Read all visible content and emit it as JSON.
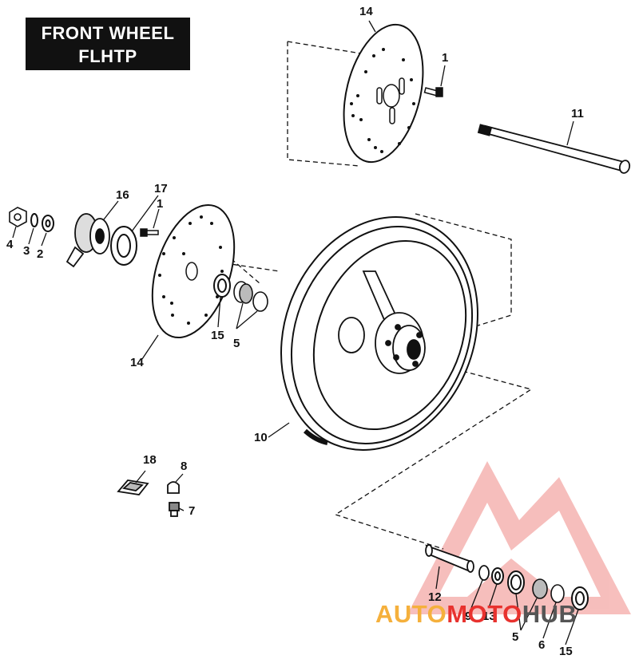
{
  "title": {
    "line1": "FRONT WHEEL",
    "line2": "FLHTP"
  },
  "callouts": {
    "c14_top": "14",
    "c1_top": "1",
    "c11": "11",
    "c16": "16",
    "c17": "17",
    "c1_mid": "1",
    "c4": "4",
    "c3": "3",
    "c2": "2",
    "c15_left": "15",
    "c5_left": "5",
    "c14_left": "14",
    "c10": "10",
    "c18": "18",
    "c8": "8",
    "c7": "7",
    "c12": "12",
    "c9": "9",
    "c13": "13",
    "c5_bottom": "5",
    "c6": "6",
    "c15_bottom": "15"
  },
  "watermark": {
    "part1": "AUTO",
    "part2": "MOTO",
    "part3": "HUB"
  },
  "colors": {
    "ink": "#111111",
    "watermark_red": "#e8322e",
    "watermark_orange": "#f5b03c",
    "watermark_gray": "#555555"
  }
}
